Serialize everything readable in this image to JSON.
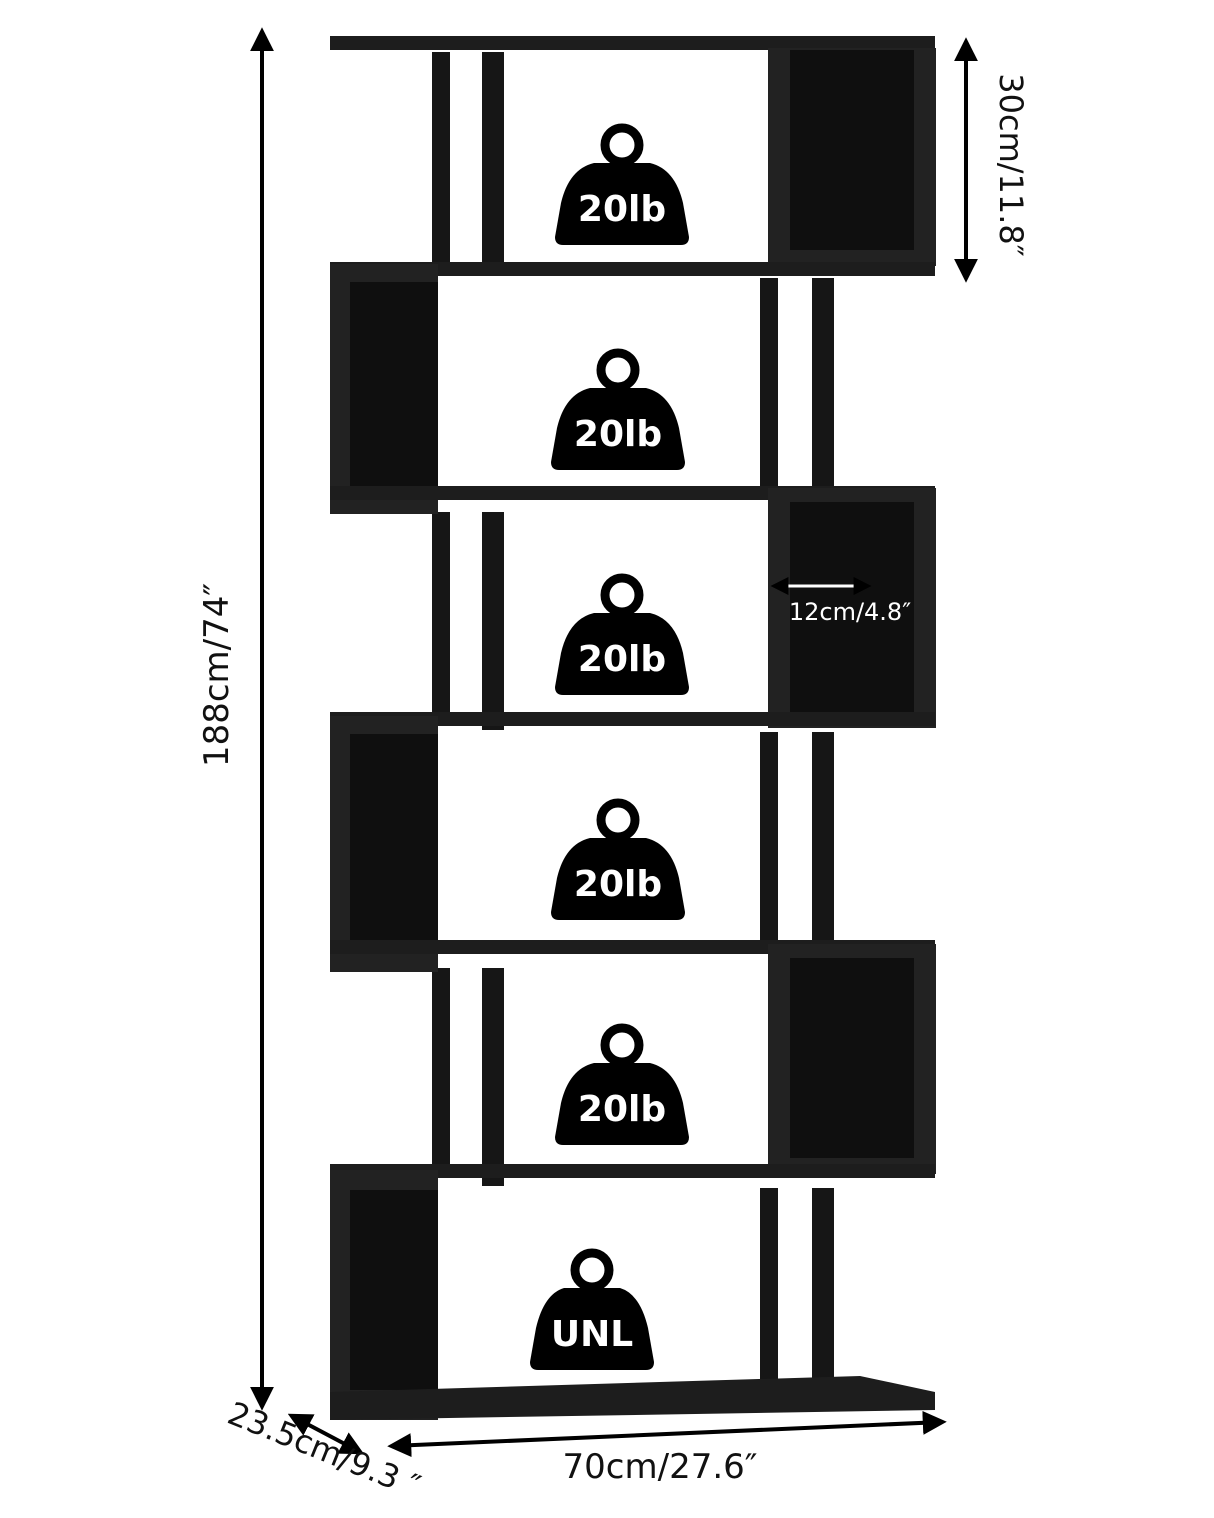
{
  "dimensions": {
    "height": "188cm/74″",
    "shelf_height": "30cm/11.8″",
    "cube_depth": "12cm/4.8″",
    "width": "70cm/27.6″",
    "depth": "23.5cm/9.3 ″"
  },
  "shelves": [
    {
      "load": "20lb"
    },
    {
      "load": "20lb"
    },
    {
      "load": "20lb"
    },
    {
      "load": "20lb"
    },
    {
      "load": "20lb"
    },
    {
      "load": "UNL"
    }
  ],
  "colors": {
    "panel": "#1b1b1b",
    "panel_inner": "#0f0f0f",
    "edge": "#2c2c2c",
    "leg": "#161616",
    "weight_icon": "#000000",
    "dimension_line": "#000000"
  },
  "icons": {
    "weight": "kettlebell-weight-icon",
    "arrow": "double-arrow-icon"
  }
}
